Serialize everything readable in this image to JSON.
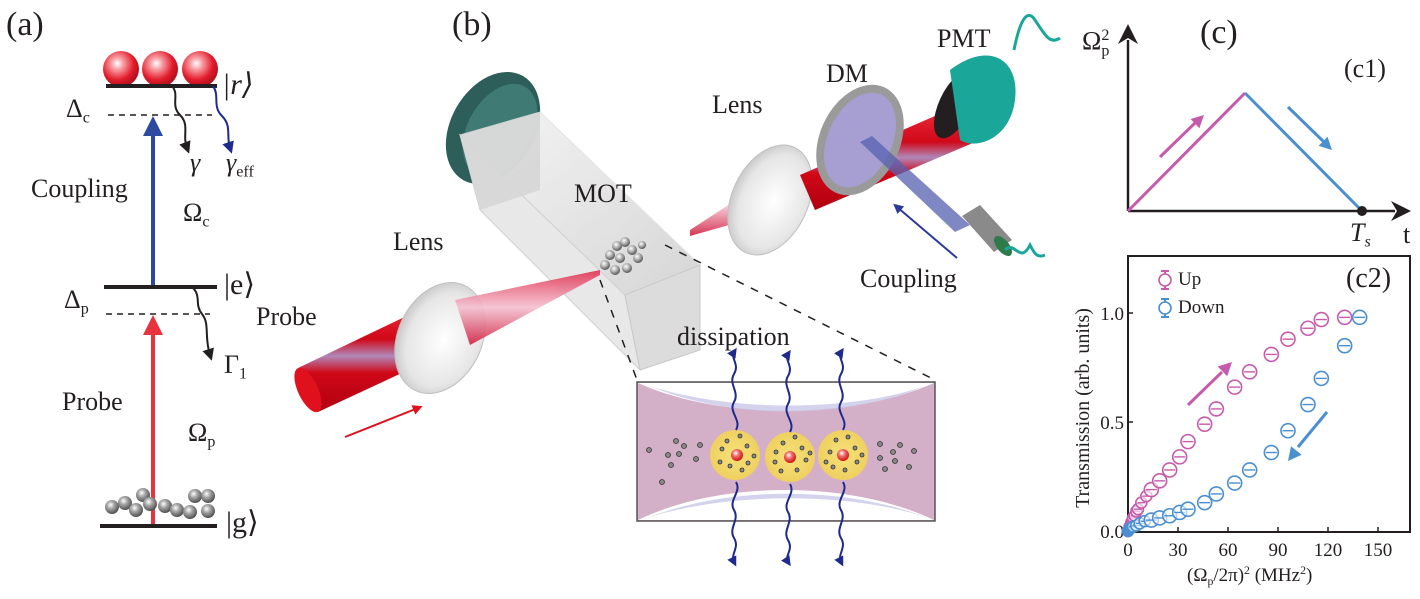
{
  "panels": {
    "a": {
      "label": "(a)",
      "levels": {
        "r": "|r⟩",
        "e": "|e⟩",
        "g": "|g⟩"
      },
      "detunings": {
        "coupling": "Δ",
        "coupling_sub": "c",
        "probe": "Δ",
        "probe_sub": "p"
      },
      "decays": {
        "gamma": "γ",
        "gamma_eff": "γ",
        "gamma_eff_sub": "eff",
        "Gamma1": "Γ",
        "Gamma1_sub": "1"
      },
      "fields": {
        "coupling_label": "Coupling",
        "coupling_rabi": "Ω",
        "coupling_rabi_sub": "c",
        "probe_label": "Probe",
        "probe_rabi": "Ω",
        "probe_rabi_sub": "p"
      },
      "colors": {
        "coupling": "#2b4aa0",
        "probe": "#e8333f",
        "rydberg_atom": "#e11d2a",
        "ground_atom": "#7a7a7a",
        "decay_eff": "#1e2a8c"
      }
    },
    "b": {
      "label": "(b)",
      "components": {
        "lens_left": "Lens",
        "lens_right": "Lens",
        "mot": "MOT",
        "dm": "DM",
        "pmt": "PMT",
        "probe": "Probe",
        "coupling": "Coupling",
        "dissipation": "dissipation"
      },
      "colors": {
        "probe_beam": "#e0101c",
        "coupling_beam": "#5560b0",
        "pmt": "#1aa79a",
        "cell_tint": "#d4b0c8",
        "blockade_sphere": "#f2d66b",
        "dissipation_arrow": "#1e2a8c"
      }
    },
    "c": {
      "label": "(c)"
    }
  },
  "chart_data": [
    {
      "id": "c1",
      "type": "line",
      "title": "(c1)",
      "xlabel": "t",
      "ylabel": "Ω_p²",
      "ylabel_main": "Ω",
      "ylabel_sub": "p",
      "ylabel_sup": "2",
      "x_tick_label": "T",
      "x_tick_label_sub": "s",
      "series": [
        {
          "name": "Up",
          "color": "#c65bac",
          "x": [
            0,
            0.5
          ],
          "y": [
            0,
            1
          ]
        },
        {
          "name": "Down",
          "color": "#4a8fd0",
          "x": [
            0.5,
            1
          ],
          "y": [
            1,
            0
          ]
        }
      ],
      "xlim": [
        0,
        1
      ],
      "ylim": [
        0,
        1
      ]
    },
    {
      "id": "c2",
      "type": "scatter",
      "title": "(c2)",
      "xlabel": "(Ω_p/2π)² (MHz²)",
      "xlabel_parts": {
        "pre": "(Ω",
        "sub": "p",
        "mid": "/2π)",
        "sup": "2",
        "unit": " (MHz",
        "unit_sup": "2",
        "end": ")"
      },
      "ylabel": "Transmission (arb. units)",
      "xlim": [
        0,
        167
      ],
      "ylim": [
        0,
        1.2
      ],
      "xticks": [
        0,
        30,
        60,
        90,
        120,
        150
      ],
      "xtick_labels": [
        "0",
        "30",
        "60",
        "90",
        "120",
        "150"
      ],
      "yticks": [
        0,
        0.5,
        1.0
      ],
      "ytick_labels": [
        "0.0",
        "0.5",
        "1.0"
      ],
      "legend": {
        "position": "top-left",
        "entries": [
          "Up",
          "Down"
        ]
      },
      "grid": false,
      "series": [
        {
          "name": "Up",
          "color": "#c65bac",
          "x": [
            0,
            1,
            2,
            3,
            4,
            5,
            6,
            8,
            11,
            14,
            19,
            25,
            31,
            36,
            46,
            53,
            64,
            73,
            86,
            96,
            108,
            116,
            130
          ],
          "y": [
            0,
            0.02,
            0.04,
            0.06,
            0.07,
            0.09,
            0.1,
            0.13,
            0.16,
            0.19,
            0.23,
            0.28,
            0.34,
            0.41,
            0.49,
            0.56,
            0.66,
            0.73,
            0.81,
            0.88,
            0.93,
            0.97,
            0.98
          ]
        },
        {
          "name": "Down",
          "color": "#4a8fd0",
          "x": [
            0,
            1,
            2,
            3,
            5,
            7,
            10,
            14,
            19,
            25,
            31,
            36,
            46,
            53,
            64,
            73,
            86,
            96,
            108,
            116,
            130,
            139
          ],
          "y": [
            0,
            0.01,
            0.015,
            0.02,
            0.025,
            0.035,
            0.045,
            0.05,
            0.06,
            0.07,
            0.085,
            0.1,
            0.13,
            0.17,
            0.22,
            0.28,
            0.36,
            0.46,
            0.58,
            0.7,
            0.85,
            0.98
          ]
        }
      ],
      "annotations": [
        {
          "type": "arrow",
          "series": "Up",
          "direction": "up-right"
        },
        {
          "type": "arrow",
          "series": "Down",
          "direction": "down-left"
        }
      ]
    }
  ]
}
